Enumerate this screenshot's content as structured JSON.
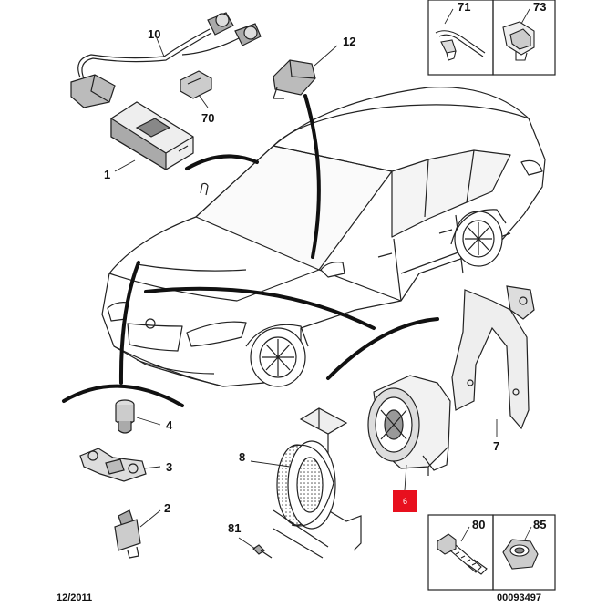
{
  "diagram": {
    "footer_date": "12/2011",
    "footer_code": "00093497",
    "highlight_label": "6",
    "highlight_color": "#e8101e",
    "callouts": {
      "p1": "1",
      "p2": "2",
      "p3": "3",
      "p4": "4",
      "p7": "7",
      "p8": "8",
      "p10": "10",
      "p12": "12",
      "p70": "70",
      "p81": "81"
    },
    "inset_labels": {
      "i71": "71",
      "i73": "73",
      "i80": "80",
      "i85": "85"
    }
  }
}
